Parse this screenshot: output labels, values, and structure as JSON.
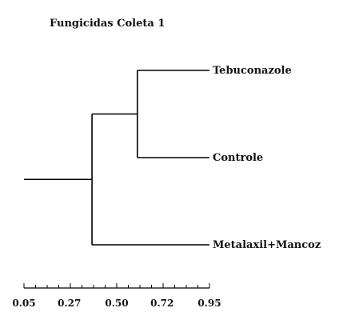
{
  "title": "Fungicidas Coleta 1",
  "leaves": [
    {
      "label": "Tebuconazole"
    },
    {
      "label": "Controle"
    },
    {
      "label": "Metalaxil+Mancoz"
    }
  ],
  "scale": {
    "min": 0.05,
    "max": 0.95,
    "ticks": [
      "0.05",
      "0.27",
      "0.50",
      "0.72",
      "0.95"
    ],
    "minor_ticks": 17
  },
  "clusters": [
    {
      "members": [
        "Tebuconazole",
        "Controle"
      ],
      "height": 0.6
    },
    {
      "members": [
        "Tebuconazole",
        "Controle",
        "Metalaxil+Mancoz"
      ],
      "height": 0.38
    }
  ],
  "root_stem_start": 0.05,
  "colors": {
    "line": "#000000",
    "text": "#111111"
  }
}
